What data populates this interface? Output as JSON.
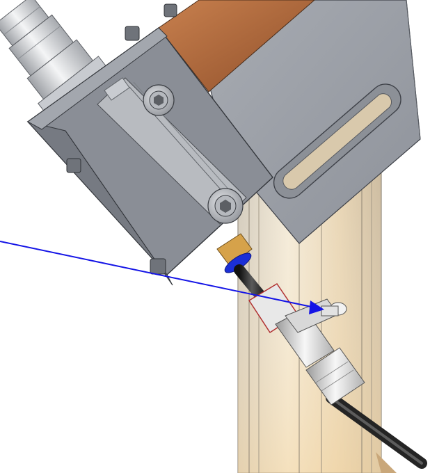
{
  "view": {
    "kind": "cad-render",
    "background": "#ffffff",
    "text_labels": []
  },
  "parts": [
    {
      "name": "upright-extrusion",
      "color": "#e8d6b8"
    },
    {
      "name": "angled-bracket-plate",
      "color": "#9a9ea5"
    },
    {
      "name": "slot-cutout",
      "color": "#8c9097"
    },
    {
      "name": "copper-block",
      "color": "#b0683c"
    },
    {
      "name": "clamp-block",
      "color": "#8a8e96"
    },
    {
      "name": "linear-rail",
      "color": "#b8bbc0"
    },
    {
      "name": "socket-head-screw",
      "color": "#c4c7cc",
      "count": 2
    },
    {
      "name": "corner-bolt",
      "color": "#6f737a",
      "count": 4
    },
    {
      "name": "cylinder-tool",
      "color": "#d9dce0"
    },
    {
      "name": "brass-nozzle",
      "color": "#d6a24a"
    },
    {
      "name": "blue-o-ring",
      "color": "#1b2fd6"
    },
    {
      "name": "black-hose",
      "color": "#2a2a2a"
    },
    {
      "name": "valve-body",
      "color": "#e6e6e6"
    },
    {
      "name": "push-button",
      "color": "#f2f2f2"
    },
    {
      "name": "push-fitting",
      "color": "#dcdcdc"
    }
  ],
  "annotation": {
    "arrow_color": "#1414e6",
    "points_to": "push-button"
  }
}
